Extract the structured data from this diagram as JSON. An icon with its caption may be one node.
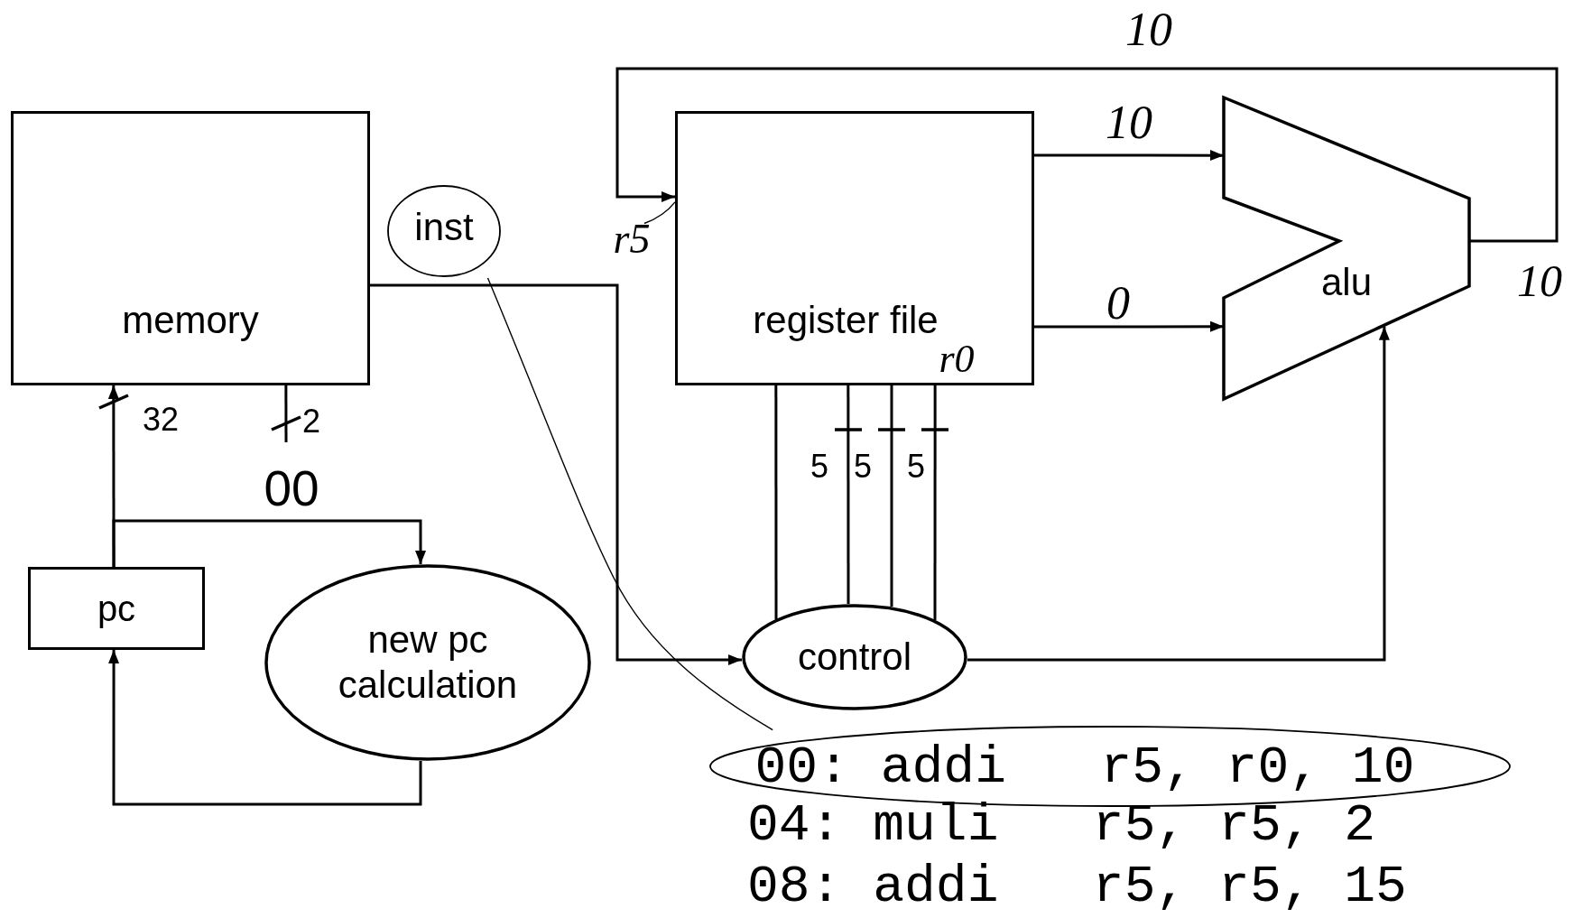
{
  "diagram": {
    "nodes": [
      {
        "text": [
          "memory"
        ]
      },
      {
        "text": [
          "inst"
        ]
      },
      {
        "text": [
          "register file"
        ]
      },
      {
        "text": [
          "alu"
        ]
      },
      {
        "text": [
          "pc"
        ]
      },
      {
        "text": [
          "new pc calculation"
        ]
      },
      {
        "text": [
          "control"
        ]
      },
      {
        "text": [
          "00: addi   r5, r0, 10"
        ]
      },
      {
        "text": [
          "r5"
        ]
      }
    ],
    "edges": [
      {
        "from": 0,
        "to": 6,
        "arrow": "to"
      },
      {
        "from": 1,
        "to": 7,
        "arrow": "none"
      },
      {
        "from": 4,
        "to": 0,
        "arrow": "to"
      },
      {
        "from": 4,
        "to": 5,
        "arrow": "to"
      },
      {
        "from": 5,
        "to": 4,
        "arrow": "to"
      },
      {
        "from": 0,
        "to": null,
        "arrow": "none"
      },
      {
        "from": 2,
        "to": 3,
        "arrow": "to",
        "label": "10"
      },
      {
        "from": 2,
        "to": 3,
        "arrow": "to",
        "label": "0"
      },
      {
        "from": 3,
        "to": 2,
        "arrow": "to",
        "label": "10"
      },
      {
        "from": 2,
        "to": 6,
        "arrow": "none"
      },
      {
        "from": 2,
        "to": 6,
        "arrow": "none"
      },
      {
        "from": 2,
        "to": 6,
        "arrow": "none"
      },
      {
        "from": 2,
        "to": 6,
        "arrow": "none"
      },
      {
        "from": 6,
        "to": 3,
        "arrow": "to"
      },
      {
        "from": 8,
        "to": 2,
        "arrow": "none"
      }
    ],
    "labels": [
      "32",
      "2",
      "00",
      "r0",
      "10",
      "5",
      "5",
      "5",
      "04: muli   r5, r5, 2",
      "08: addi   r5, r5, 15"
    ]
  }
}
